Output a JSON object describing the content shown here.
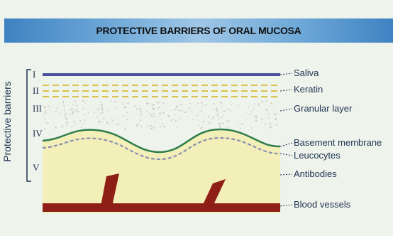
{
  "title": "PROTECTIVE BARRIERS OF ORAL MUCOSA",
  "axis_label": "Protective barriers",
  "levels": [
    "I",
    "II",
    "III",
    "IV",
    "V"
  ],
  "labels": {
    "saliva": "Saliva",
    "keratin": "Keratin",
    "granular": "Granular layer",
    "basement": "Basement membrane",
    "leucocytes": "Leucocytes",
    "antibodies": "Antibodies",
    "blood": "Blood vessels"
  },
  "colors": {
    "banner": "#3f82c2",
    "saliva": "#4a4fa0",
    "keratin": "#d8c24a",
    "membrane": "#2e7d4a",
    "leucocytes": "#8a8fb0",
    "tissue": "#f3efb9",
    "blood": "#8e1f17",
    "text": "#1f3350"
  }
}
